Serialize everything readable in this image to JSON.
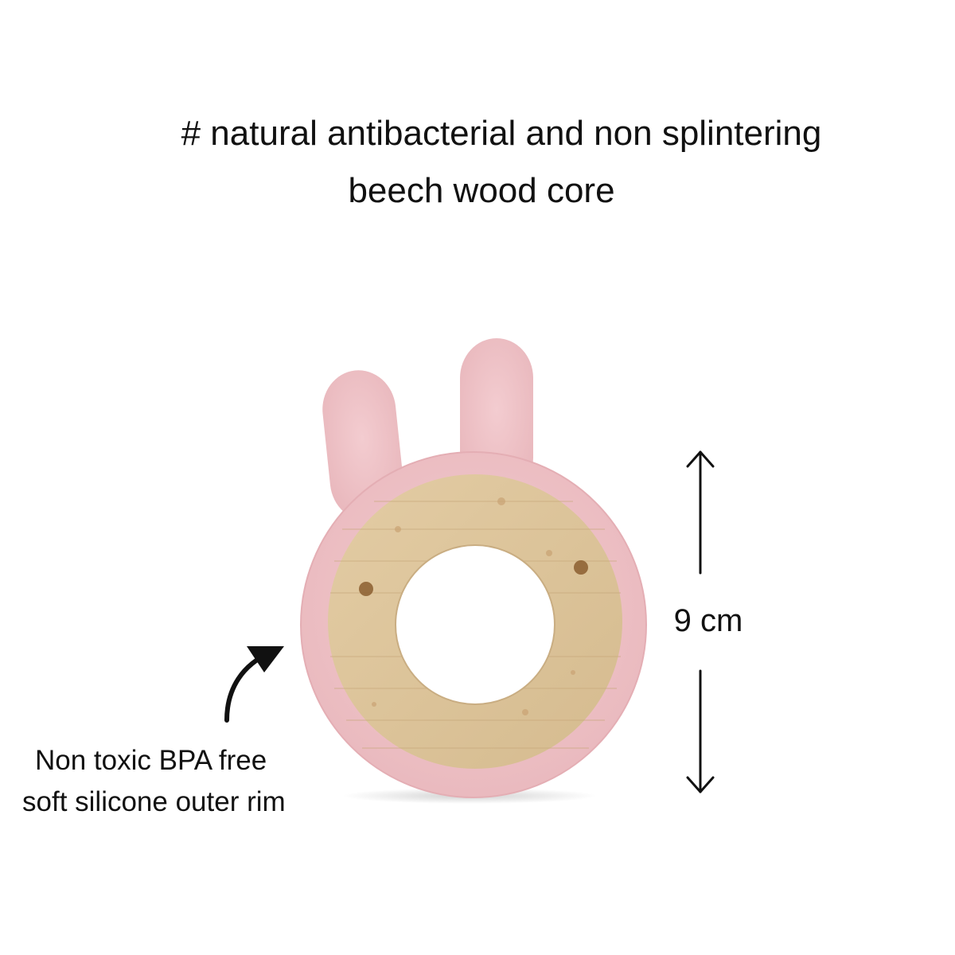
{
  "headline": {
    "line1": "# natural antibacterial and non splintering",
    "line2": "beech wood core"
  },
  "dimension": {
    "label": "9 cm"
  },
  "rim_caption": {
    "line1": "Non toxic BPA free",
    "line2": "soft silicone outer rim"
  },
  "colors": {
    "silicone_pink": "#efc4c8",
    "wood": "#dcc49c",
    "text": "#111111"
  },
  "icons": {
    "dimension_arrows": "double-arrow-icon",
    "pointer": "curved-arrow-icon"
  }
}
